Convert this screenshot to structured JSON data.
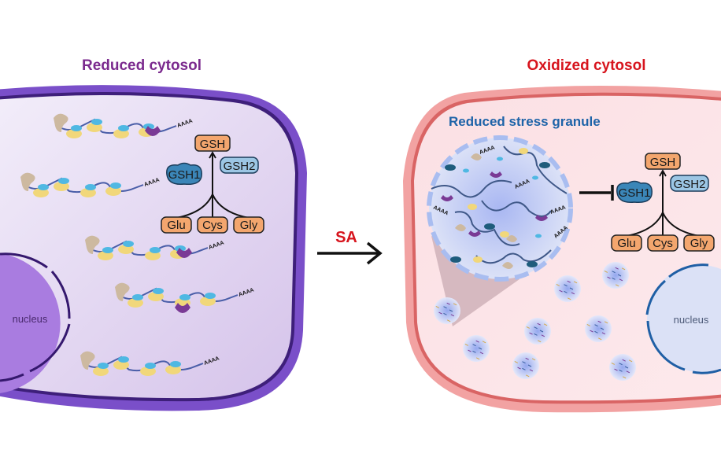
{
  "figure": {
    "left_panel": {
      "title": "Reduced cytosol",
      "title_color": "#7b2a8e",
      "membrane_color": "#7a4fc9",
      "membrane_inner_color": "#3e1f7a",
      "cytosol_color": "#dccdef",
      "nucleus": {
        "label": "nucleus",
        "fill": "#a97ce0",
        "envelope_color": "#35186e"
      },
      "mrna_tail_label": "AAAA",
      "mrna_count": 5,
      "pathway": {
        "product": "GSH",
        "enzymes": [
          "GSH1",
          "GSH2"
        ],
        "substrates": [
          "Glu",
          "Cys",
          "Gly"
        ],
        "gsh1_inhibited": false
      }
    },
    "treatment": {
      "label": "SA",
      "label_color": "#d7141d",
      "arrow_color": "#111111"
    },
    "right_panel": {
      "title": "Oxidized cytosol",
      "title_color": "#d7141d",
      "membrane_color": "#f2a2a2",
      "membrane_inner_color": "#d96464",
      "cytosol_color": "#fde3e6",
      "granule_label": "Reduced stress granule",
      "granule_label_color": "#1d63a8",
      "granule_count": 8,
      "nucleus": {
        "label": "nucleus",
        "fill": "#dbe1f6",
        "envelope_color": "#1f5fa5"
      },
      "mrna_tail_label": "AAAA",
      "pathway": {
        "product": "GSH",
        "enzymes": [
          "GSH1",
          "GSH2"
        ],
        "substrates": [
          "Glu",
          "Cys",
          "Gly"
        ],
        "gsh1_inhibited": true
      }
    },
    "colors": {
      "substrate_box": "#f3a66e",
      "gsh1_enzyme": "#3b86b8",
      "gsh2_enzyme": "#9cc6e4",
      "ribosome_large": "#f1d77a",
      "ribosome_small": "#4fb8e3",
      "cap_protein": "#cdb9a0",
      "binding_protein": "#7a3a95",
      "mrna_strand": "#4a5ea8"
    }
  }
}
